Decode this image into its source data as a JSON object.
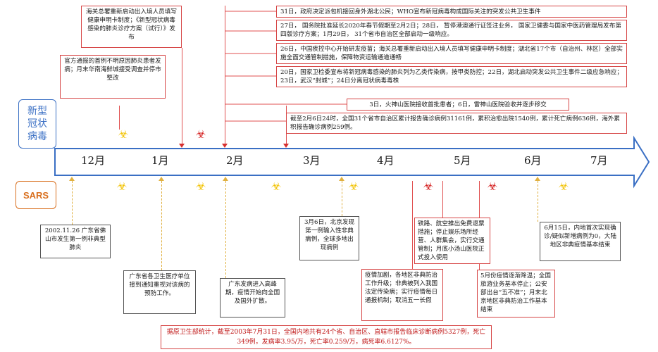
{
  "labels": {
    "ncov": "新型\n冠状\n病毒",
    "sars": "SARS"
  },
  "colors": {
    "timeline_blue": "#3a6fc4",
    "timeline_fill": "#ffffff",
    "red_border": "#d64545",
    "ncov_label": "#3a6fc4",
    "sars_label": "#d9701f",
    "hazard_yellow": "#f2c200",
    "hazard_red": "#d41c1c"
  },
  "months": [
    "12月",
    "1月",
    "2月",
    "3月",
    "4月",
    "5月",
    "6月",
    "7月"
  ],
  "ncov_events": {
    "e31": "31日，政府决定派包机接回身外湖北公民；WHO宣布新冠病毒构成国际关注的突发公共卫生事件",
    "e27": "27日， 国务院批准延长2020年春节假期至2月2日；28日， 暂停港澳通行证签注业务， 国家卫健委与国家中医药管理局发布第四版诊疗方案；1月29日， 31个省市自治区全部启动一级响应。",
    "e26": "26日，中国疾控中心开始研发疫苗；海关总署重新启动出入境人员填写健康申明卡制度；湖北省17个市（自治州、林区）全部实施全面交通管制措施，保障物资运输通道通畅",
    "e20": "20日，国家卫检委宣布将新冠病毒感染的肺炎列为乙类传染病，按甲类防控；22日，湖北启动突发公共卫生事件二级应急响应；23日，武汉“封城”；24日分离冠状病毒毒株",
    "e3": "3日，火神山医院接收首批患者；6日，雷神山医院验收并逐步移交",
    "stats": "截至2月6日24时，全国31个省市自治区累计报告确诊病例31161例，累积治愈出院1540例，累计死亡病例636例，海外累积报告确诊病例259例。",
    "customs": "海关总署重新启动出入境人员填写健康申明卡制度；《新型冠状病毒感染的肺炎诊疗方案（试行）》发布",
    "first": "官方通报的首例不明原因肺炎患者发病；月末华南海鲜城接受调查并停市整改"
  },
  "sars_events": {
    "e1": "2002.11.26  广东省佛山市发生第一例非典型肺炎",
    "e2": "广东省各卫生医疗单位接到通知重视对该病的预防工作。",
    "e3": "广东发病进入高峰期，疫情开始向全国及国外扩散。",
    "e4": "3月6日，北京发现第一例输入性非典病例，全球多地出现病例",
    "e5": "疫情加剧，各地区非典防治工作升级；非典被列入我国法定传染病；实行疫情每日通报机制；取消五一长假",
    "e6": "铁路、航空推出免费退票措施；停止娱乐场所经营、人群集会，实行交通管制；月底小汤山医院正式投入使用",
    "e7": "5月份疫情逐渐降温；全国旅游业务基本停止；公安部出台“五不准”；月末北京地区非典防治工作基本结束",
    "e8": "6月15日，内地首次实现确诊/疑似新增病例为0，大陆地区非典疫情基本结束",
    "stats": "据原卫生部统计，截至2003年7月31日，全国内地共有24个省、自治区、直辖市报告临床诊断病例5327例，死亡349例，发病率3.95/万，死亡率0.259/万，病死率6.6127%。"
  }
}
